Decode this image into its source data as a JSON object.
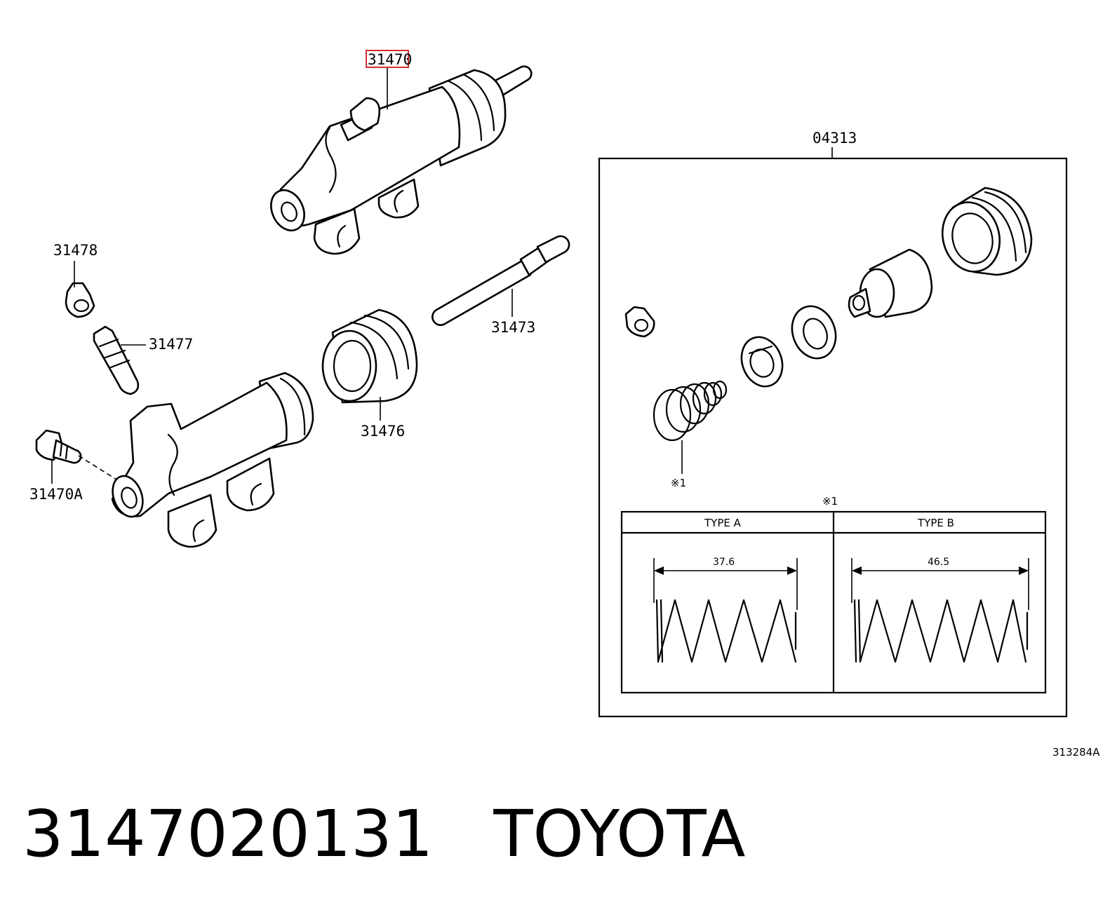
{
  "labels": {
    "main_part": "31470",
    "kit": "04313",
    "bleeder_cap": "31478",
    "bleeder_plug": "31477",
    "push_rod": "31473",
    "boot": "31476",
    "bolt": "31470A",
    "spring_note": "※1",
    "table_note": "※1"
  },
  "table": {
    "type_a": "TYPE A",
    "type_b": "TYPE B",
    "dim_a": "37.6",
    "dim_b": "46.5"
  },
  "figure_code": "313284A",
  "caption": {
    "part_number": "3147020131",
    "brand": "TOYOTA"
  },
  "highlight_color": "#d32f2f"
}
